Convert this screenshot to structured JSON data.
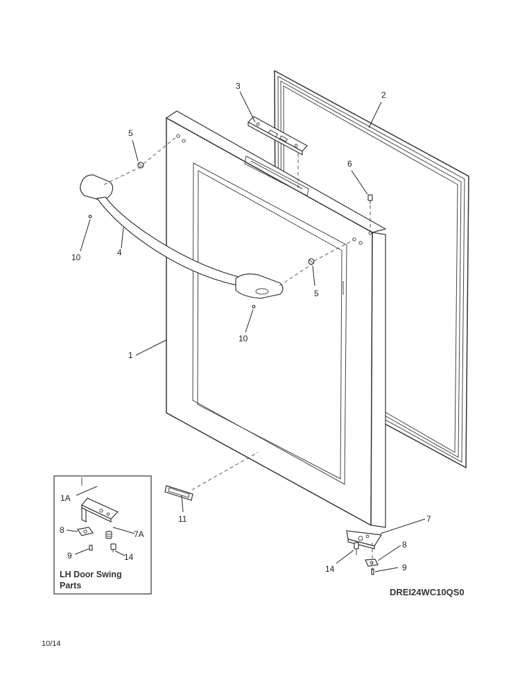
{
  "callouts": {
    "door": "1",
    "gasket": "2",
    "upper_hinge_top": "3",
    "handle": "4",
    "screw_upper_left": "5",
    "screw_upper_right": "5",
    "hinge_screw_top": "6",
    "bottom_hinge": "7",
    "bottom_washer": "8",
    "bottom_pin": "9",
    "handle_screw_left": "10",
    "handle_screw_right": "10",
    "badge": "11",
    "bottom_screw": "14"
  },
  "inset": {
    "caption_line1": "LH Door Swing",
    "caption_line2": "Parts",
    "hinge_label": "1A",
    "washer_label": "8",
    "screw_label": "7A",
    "pin_label": "9",
    "screw2_label": "14"
  },
  "model_number": "DREI24WC10QS0",
  "date_code": "10/14"
}
